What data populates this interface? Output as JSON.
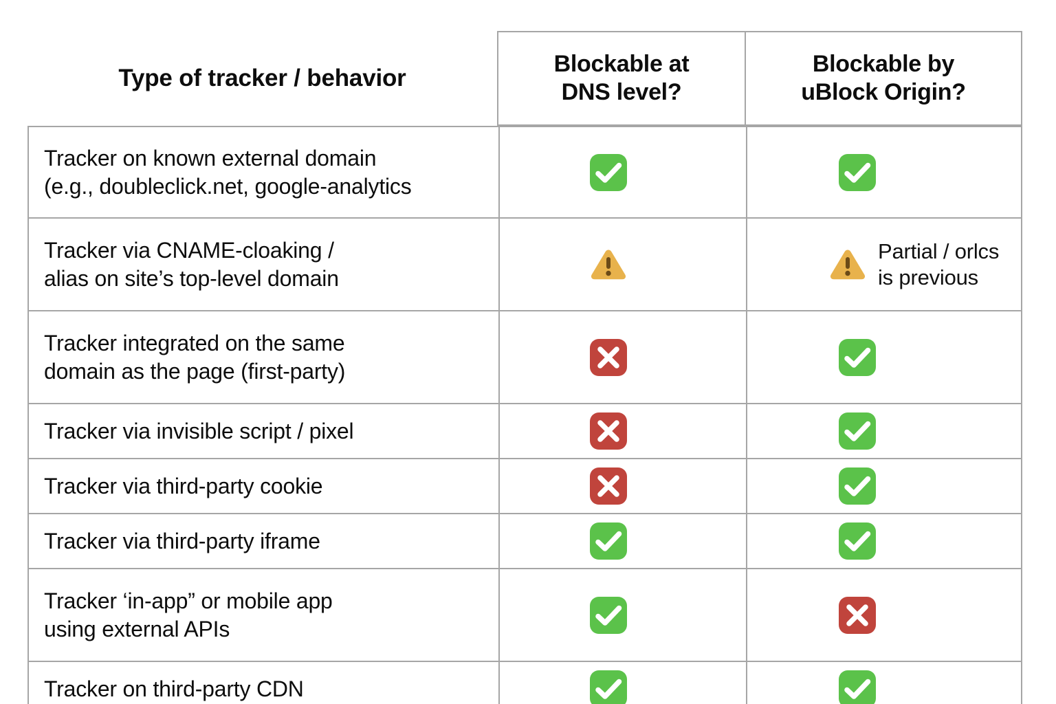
{
  "table": {
    "columns": [
      {
        "key": "label",
        "header": "Type of tracker / behavior"
      },
      {
        "key": "dns",
        "header": "Blockable at\nDNS level?",
        "header_line1": "Blockable at",
        "header_line2": "DNS level?"
      },
      {
        "key": "ubo",
        "header": "Blockable by\nuBlock Origin?",
        "header_line1": "Blockable by",
        "header_line2": "uBlock Origin?"
      }
    ],
    "rows": [
      {
        "label_line1": "Tracker on known external domain",
        "label_line2": "(e.g., doubleclick.net, google-analytics",
        "dns": {
          "icon": "check-icon",
          "status": "yes"
        },
        "ubo": {
          "icon": "check-icon",
          "status": "yes"
        }
      },
      {
        "label_line1": "Tracker via CNAME-cloaking /",
        "label_line2": "alias on site’s top-level domain",
        "dns": {
          "icon": "warning-icon",
          "status": "partial"
        },
        "ubo": {
          "icon": "warning-icon",
          "status": "partial",
          "note_line1": "Partial / orlcs",
          "note_line2": "is previous"
        }
      },
      {
        "label_line1": "Tracker integrated on the same",
        "label_line2": "domain as the page (first-party)",
        "dns": {
          "icon": "cross-icon",
          "status": "no"
        },
        "ubo": {
          "icon": "check-icon",
          "status": "yes"
        }
      },
      {
        "label_line1": "Tracker via invisible script / pixel",
        "label_line2": "",
        "dns": {
          "icon": "cross-icon",
          "status": "no"
        },
        "ubo": {
          "icon": "check-icon",
          "status": "yes"
        }
      },
      {
        "label_line1": "Tracker via third-party cookie",
        "label_line2": "",
        "dns": {
          "icon": "cross-icon",
          "status": "no"
        },
        "ubo": {
          "icon": "check-icon",
          "status": "yes"
        }
      },
      {
        "label_line1": "Tracker via third-party iframe",
        "label_line2": "",
        "dns": {
          "icon": "check-icon",
          "status": "yes"
        },
        "ubo": {
          "icon": "check-icon",
          "status": "yes"
        }
      },
      {
        "label_line1": "Tracker ‘in-app” or mobile app",
        "label_line2": "using external APIs",
        "dns": {
          "icon": "check-icon",
          "status": "yes"
        },
        "ubo": {
          "icon": "cross-icon",
          "status": "no"
        }
      },
      {
        "label_line1": "Tracker on third-party CDN",
        "label_line2": "",
        "dns": {
          "icon": "check-icon",
          "status": "yes"
        },
        "ubo": {
          "icon": "check-icon",
          "status": "yes"
        }
      }
    ]
  },
  "colors": {
    "check_green": "#5BC24A",
    "cross_red": "#C0443C",
    "warning_amber": "#E8B24C",
    "warning_mark": "#6B4A17",
    "grid_line": "#A6A6A6",
    "text": "#0D0D0D",
    "background": "#FFFFFF"
  }
}
